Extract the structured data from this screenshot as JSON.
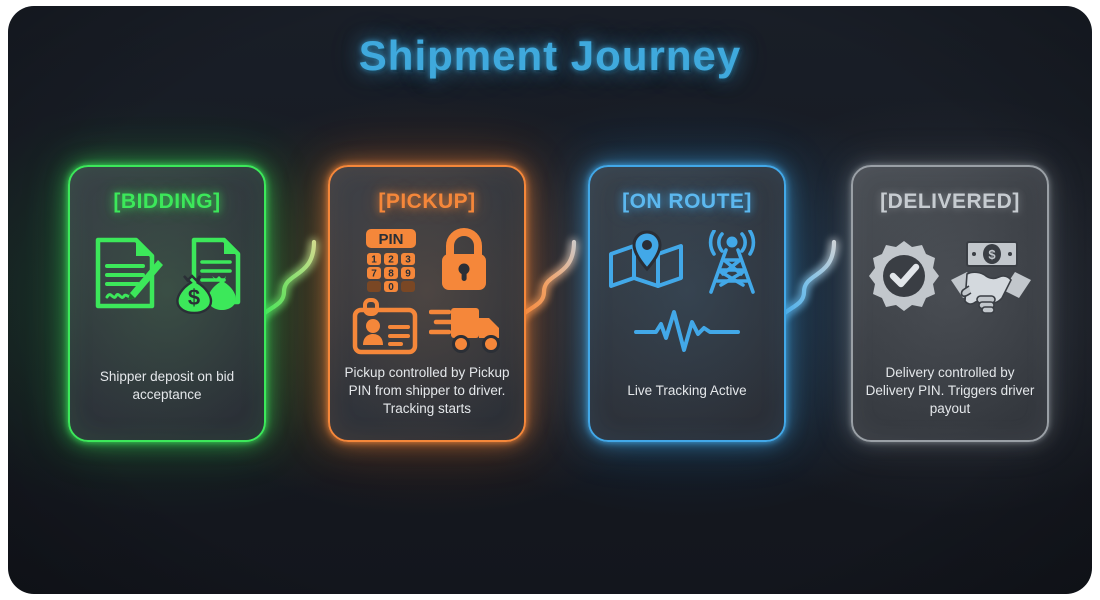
{
  "page": {
    "title": "Shipment Journey",
    "background_color": "#171c24",
    "title_color": "#3fa9dd"
  },
  "stages": [
    {
      "id": "bidding",
      "title": "[BIDDING]",
      "description": "Shipper deposit on bid acceptance",
      "accent_color": "#3ce85a",
      "icons": [
        "signed-document-pen-icon",
        "money-bag-document-icon"
      ]
    },
    {
      "id": "pickup",
      "title": "[PICKUP]",
      "description": "Pickup controlled by Pickup PIN from shipper to driver. Tracking starts",
      "accent_color": "#f5873a",
      "icons": [
        "pin-keypad-icon",
        "padlock-icon",
        "id-badge-icon",
        "delivery-truck-icon"
      ],
      "keypad": {
        "label": "PIN",
        "rows": [
          [
            "1",
            "2",
            "3"
          ],
          [
            "7",
            "8",
            "9"
          ],
          [
            "",
            "0",
            ""
          ]
        ]
      }
    },
    {
      "id": "onroute",
      "title": "[ON ROUTE]",
      "description": "Live Tracking Active",
      "accent_color": "#42a8e8",
      "icons": [
        "map-location-pin-icon",
        "broadcast-tower-icon",
        "pulse-waveform-icon"
      ]
    },
    {
      "id": "delivered",
      "title": "[DELIVERED]",
      "description": "Delivery controlled by Delivery PIN. Triggers driver payout",
      "accent_color": "#9aa0a6",
      "icons": [
        "verified-check-badge-icon",
        "handshake-payout-icon"
      ]
    }
  ],
  "connectors": [
    {
      "id": "bidding-to-pickup",
      "from_color": "#3ce85a",
      "to_color": "#f5873a"
    },
    {
      "id": "pickup-to-onroute",
      "from_color": "#f5873a",
      "to_color": "#42a8e8"
    },
    {
      "id": "onroute-to-delivered",
      "from_color": "#42a8e8",
      "to_color": "#b8bec4"
    }
  ]
}
